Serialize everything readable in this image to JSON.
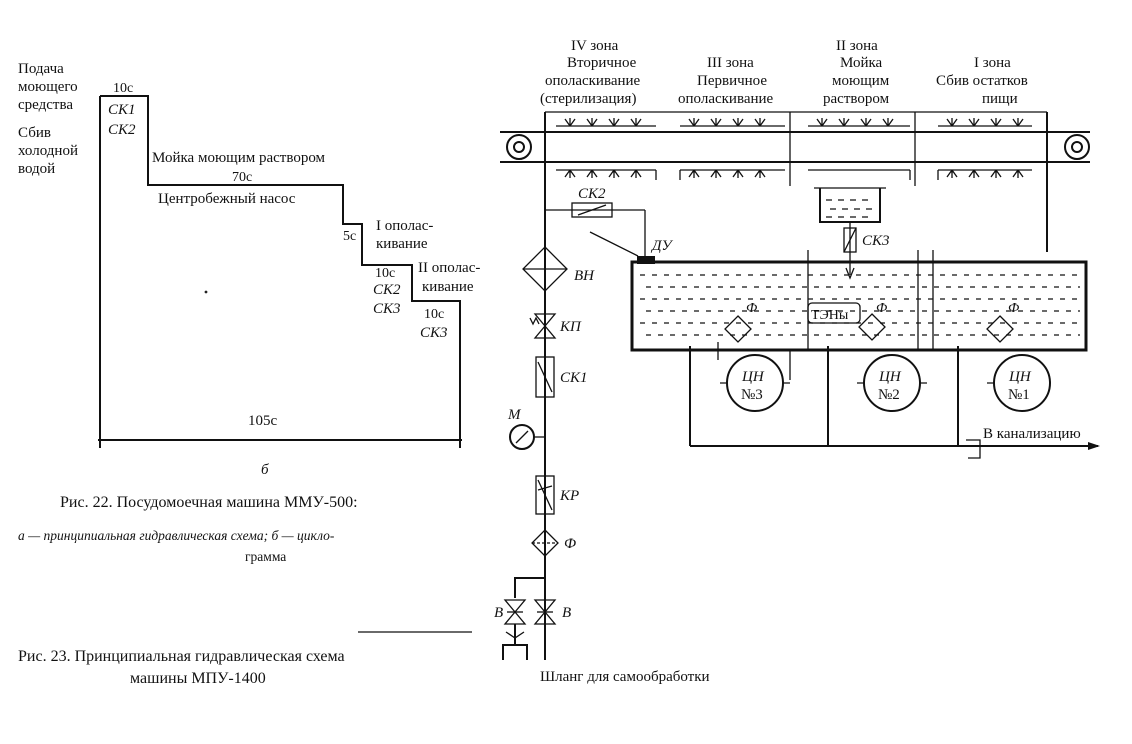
{
  "cyclogram": {
    "labels": {
      "feed_1": "Подача",
      "feed_2": "моющего",
      "feed_3": "средства",
      "cold_1": "Сбив",
      "cold_2": "холодной",
      "cold_3": "водой",
      "t1": "10с",
      "sk1": "СК1",
      "sk2": "СК2",
      "wash": "Мойка моющим раствором",
      "t2": "70с",
      "pump": "Центробежный насос",
      "rinse1_1": "I ополас-",
      "rinse1_2": "кивание",
      "t3": "5с",
      "t4": "10с",
      "sk2b": "СК2",
      "sk3": "СК3",
      "rinse2_1": "II ополас-",
      "rinse2_2": "кивание",
      "t5": "10с",
      "sk3b": "СК3",
      "total": "105с",
      "sub_b": "б"
    }
  },
  "caption22": {
    "title": "Рис. 22. Посудомоечная машина ММУ-500:",
    "line1": "а — принципиальная гидравлическая схема; б — цикло-",
    "line2": "грамма"
  },
  "caption23": {
    "line1": "Рис. 23. Принципиальная гидравлическая схема",
    "line2": "машины МПУ-1400"
  },
  "scheme": {
    "zones": {
      "z4_a": "IV зона",
      "z4_b": "Вторичное",
      "z4_c": "ополаскивание",
      "z4_d": "(стерилизация)",
      "z3_a": "III зона",
      "z3_b": "Первичное",
      "z3_c": "ополаскивание",
      "z2_a": "II зона",
      "z2_b": "Мойка",
      "z2_c": "моющим",
      "z2_d": "раствором",
      "z1_a": "I зона",
      "z1_b": "Сбив остатков",
      "z1_c": "пищи"
    },
    "labels": {
      "sk2": "СК2",
      "du": "ДУ",
      "vn": "ВН",
      "kp": "КП",
      "sk1": "СК1",
      "m": "М",
      "kr": "КР",
      "f": "Ф",
      "v1": "В",
      "v2": "В",
      "sk3": "СК3",
      "teny": "ТЭНы",
      "f_tank": "Ф",
      "cn_label": "ЦН",
      "cn3": "№3",
      "cn2": "№2",
      "cn1": "№1",
      "drain": "В канализацию",
      "hose": "Шланг для самообработки"
    }
  }
}
